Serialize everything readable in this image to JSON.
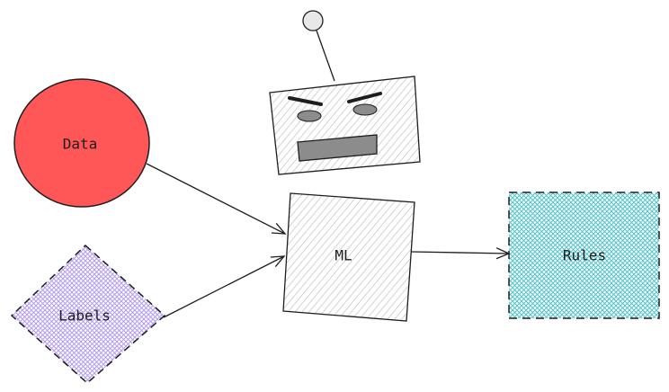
{
  "nodes": {
    "data": {
      "label": "Data",
      "color": "#ff5757"
    },
    "labels": {
      "label": "Labels",
      "color": "#c6b2f2"
    },
    "ml": {
      "label": "ML",
      "color": "#d9d9d9"
    },
    "rules": {
      "label": "Rules",
      "color": "#6ecfd6"
    }
  },
  "robot": {
    "icon": "robot-icon",
    "body_color": "#d9d9d9",
    "eye_color": "#8c8c8c",
    "mouth_color": "#8c8c8c"
  },
  "colors": {
    "stroke": "#1e1e1e",
    "background": "#ffffff"
  }
}
